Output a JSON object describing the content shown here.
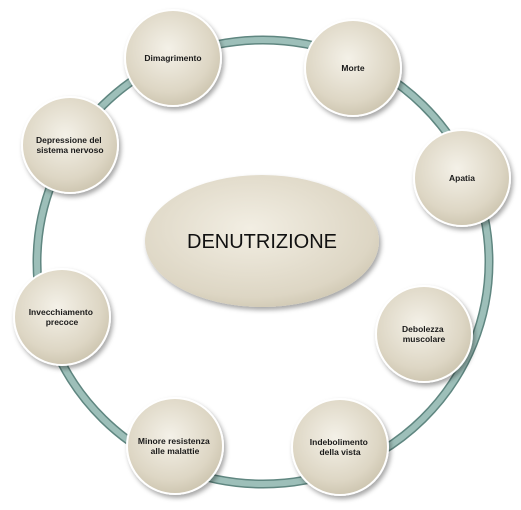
{
  "center": {
    "label": "DENUTRIZIONE"
  },
  "nodes": [
    {
      "id": "dimagrimento",
      "lines": [
        "Dimagrimento"
      ]
    },
    {
      "id": "morte",
      "lines": [
        "Morte"
      ]
    },
    {
      "id": "apatia",
      "lines": [
        "Apatia"
      ]
    },
    {
      "id": "debolezza",
      "lines": [
        "Debolezza",
        "muscolare"
      ]
    },
    {
      "id": "indebolimento",
      "lines": [
        "Indebolimento",
        "della vista"
      ]
    },
    {
      "id": "minore-resistenza",
      "lines": [
        "Minore resistenza",
        "alle malattie"
      ]
    },
    {
      "id": "invecchiamento",
      "lines": [
        "Invecchiamento",
        "precoce"
      ]
    },
    {
      "id": "depressione",
      "lines": [
        "Depressione del",
        "sistema nervoso"
      ]
    }
  ],
  "colors": {
    "node_fill": "#ddd6c4",
    "node_fill_light": "#f4f1e8",
    "ring": "#8fb3ad",
    "ring_edge": "#5f8680",
    "center_fill": "#ddd6c4"
  }
}
